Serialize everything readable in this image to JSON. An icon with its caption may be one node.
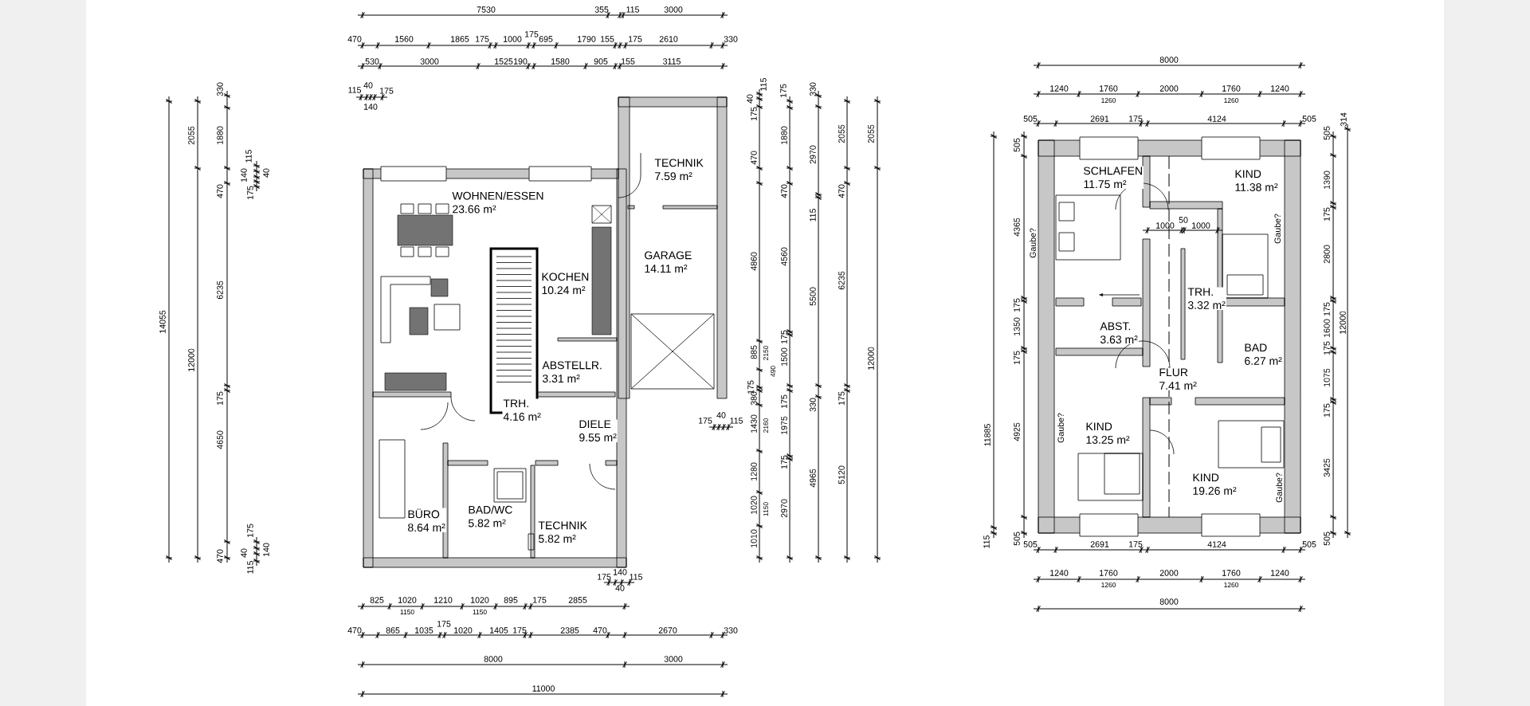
{
  "diagram": {
    "nodes": [
      {
        "text": [
          "WOHNEN/ESSEN",
          "23.66 m²"
        ]
      },
      {
        "text": [
          "TECHNIK",
          "7.59 m²"
        ]
      },
      {
        "text": [
          "KOCHEN",
          "10.24 m²"
        ]
      },
      {
        "text": [
          "GARAGE",
          "14.11 m²"
        ]
      },
      {
        "text": [
          "ABSTELLR.",
          "3.31 m²"
        ]
      },
      {
        "text": [
          "TRH.",
          "4.16 m²"
        ]
      },
      {
        "text": [
          "DIELE",
          "9.55 m²"
        ]
      },
      {
        "text": [
          "BÜRO",
          "8.64 m²"
        ]
      },
      {
        "text": [
          "BAD/WC",
          "5.82 m²"
        ]
      },
      {
        "text": [
          "TECHNIK",
          "5.82 m²"
        ]
      },
      {
        "text": [
          "SCHLAFEN",
          "11.75 m²"
        ]
      },
      {
        "text": [
          "KIND",
          "11.38 m²"
        ]
      },
      {
        "text": [
          "TRH.",
          "3.32 m²"
        ]
      },
      {
        "text": [
          "ABST.",
          "3.63 m²"
        ]
      },
      {
        "text": [
          "BAD",
          "6.27 m²"
        ]
      },
      {
        "text": [
          "FLUR",
          "7.41 m²"
        ]
      },
      {
        "text": [
          "KIND",
          "13.25 m²"
        ]
      },
      {
        "text": [
          "KIND",
          "19.26 m²"
        ]
      }
    ],
    "labels": [
      "7530",
      "355",
      "115",
      "3000",
      "470",
      "1560",
      "1865",
      "175",
      "1000",
      "175",
      "695",
      "1790",
      "155",
      "175",
      "2610",
      "330",
      "530",
      "3000",
      "1525",
      "190",
      "1580",
      "905",
      "155",
      "3115",
      "115",
      "40",
      "175",
      "140",
      "14055",
      "2055",
      "12000",
      "330",
      "1880",
      "470",
      "6235",
      "175",
      "4650",
      "470",
      "115",
      "140",
      "40",
      "175",
      "175",
      "40",
      "115",
      "140",
      "115",
      "40",
      "175",
      "470",
      "4860",
      "885",
      "2150",
      "490",
      "175",
      "380",
      "1430",
      "2160",
      "1280",
      "1020",
      "1150",
      "1010",
      "175",
      "1880",
      "470",
      "4560",
      "175",
      "1500",
      "175",
      "1975",
      "175",
      "2970",
      "330",
      "2970",
      "115",
      "5500",
      "330",
      "4965",
      "2055",
      "470",
      "6235",
      "175",
      "5120",
      "2055",
      "12000",
      "175",
      "40",
      "115",
      "175",
      "140",
      "115",
      "40",
      "825",
      "1020",
      "1150",
      "1210",
      "1020",
      "1150",
      "895",
      "175",
      "2855",
      "470",
      "865",
      "1035",
      "175",
      "1020",
      "1405",
      "175",
      "2385",
      "470",
      "2670",
      "330",
      "8000",
      "3000",
      "11000",
      "8000",
      "1240",
      "1760",
      "1260",
      "2000",
      "1760",
      "1260",
      "1240",
      "505",
      "2691",
      "175",
      "4124",
      "505",
      "11885",
      "115",
      "505",
      "4365",
      "175",
      "1350",
      "175",
      "4925",
      "505",
      "314",
      "505",
      "1390",
      "175",
      "2800",
      "175",
      "1600",
      "175",
      "1075",
      "175",
      "3425",
      "505",
      "12000",
      "1000",
      "50",
      "1000",
      "Gaube?",
      "Gaube?",
      "Gaube?",
      "Gaube?",
      "505",
      "2691",
      "175",
      "4124",
      "505",
      "1240",
      "1760",
      "1260",
      "2000",
      "1760",
      "1260",
      "1240",
      "8000"
    ]
  }
}
